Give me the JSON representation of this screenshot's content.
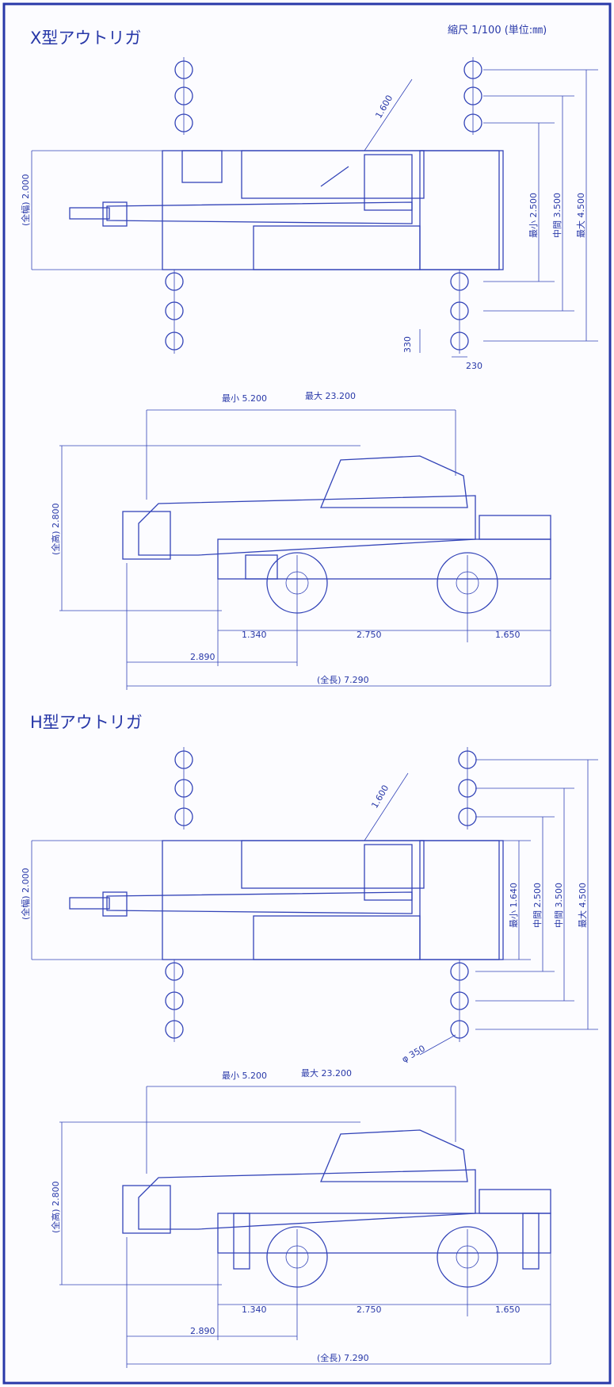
{
  "scale_note": "縮尺 1/100 (単位:㎜)",
  "colors": {
    "ink": "#3344b8",
    "frame": "#2838a8",
    "paper": "#fcfcff"
  },
  "sections": [
    {
      "heading": "X型アウトリガ",
      "top_dims": {
        "radius": "1.600",
        "width": "(全幅) 2.000",
        "min": "最小 2.500",
        "mid": "中間 3.500",
        "max": "最大 4.500",
        "pad_h": "330",
        "pad_w": "230"
      },
      "side_dims": {
        "boom_min": "最小 5.200",
        "boom_max": "最大 23.200",
        "height": "(全高) 2.800",
        "d1": "1.340",
        "d2": "2.750",
        "d3": "1.650",
        "d4": "2.890",
        "length": "(全長) 7.290"
      }
    },
    {
      "heading": "H型アウトリガ",
      "top_dims": {
        "radius": "1.600",
        "width": "(全幅) 2.000",
        "min": "最小 1.640",
        "mid1": "中間 2.500",
        "mid2": "中間 3.500",
        "max": "最大 4.500",
        "pad_d": "φ 350"
      },
      "side_dims": {
        "boom_min": "最小 5.200",
        "boom_max": "最大 23.200",
        "height": "(全高) 2.800",
        "d1": "1.340",
        "d2": "2.750",
        "d3": "1.650",
        "d4": "2.890",
        "length": "(全長) 7.290"
      }
    }
  ]
}
